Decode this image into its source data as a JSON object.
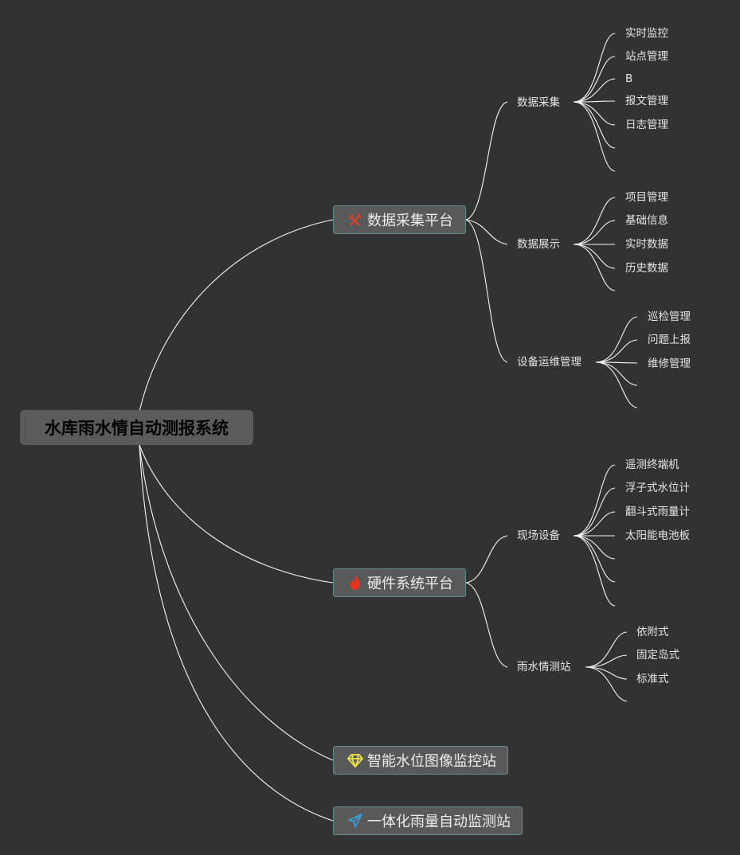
{
  "root": "水库雨水情自动测报系统",
  "branches": [
    {
      "label": "数据采集平台",
      "icon": "tools-icon",
      "icon_color": "#d9432b",
      "children": [
        {
          "label": "数据采集",
          "items": [
            "实时监控",
            "站点管理",
            "B",
            "报文管理",
            "日志管理",
            "",
            ""
          ]
        },
        {
          "label": "数据展示",
          "items": [
            "项目管理",
            "基础信息",
            "实时数据",
            "历史数据",
            ""
          ]
        },
        {
          "label": "设备运维管理",
          "items": [
            "巡检管理",
            "问题上报",
            "维修管理",
            "",
            ""
          ]
        }
      ]
    },
    {
      "label": "硬件系统平台",
      "icon": "fire-icon",
      "icon_color": "#e8331f",
      "children": [
        {
          "label": "现场设备",
          "items": [
            "遥测终端机",
            "浮子式水位计",
            "翻斗式雨量计",
            "太阳能电池板",
            "",
            "",
            ""
          ]
        },
        {
          "label": "雨水情测站",
          "items": [
            "依附式",
            "固定岛式",
            "标准式",
            ""
          ]
        }
      ]
    },
    {
      "label": "智能水位图像监控站",
      "icon": "diamond-icon",
      "icon_color": "#f2e24b",
      "children": []
    },
    {
      "label": "一体化雨量自动监测站",
      "icon": "paper-plane-icon",
      "icon_color": "#3a9ad9",
      "children": []
    }
  ]
}
